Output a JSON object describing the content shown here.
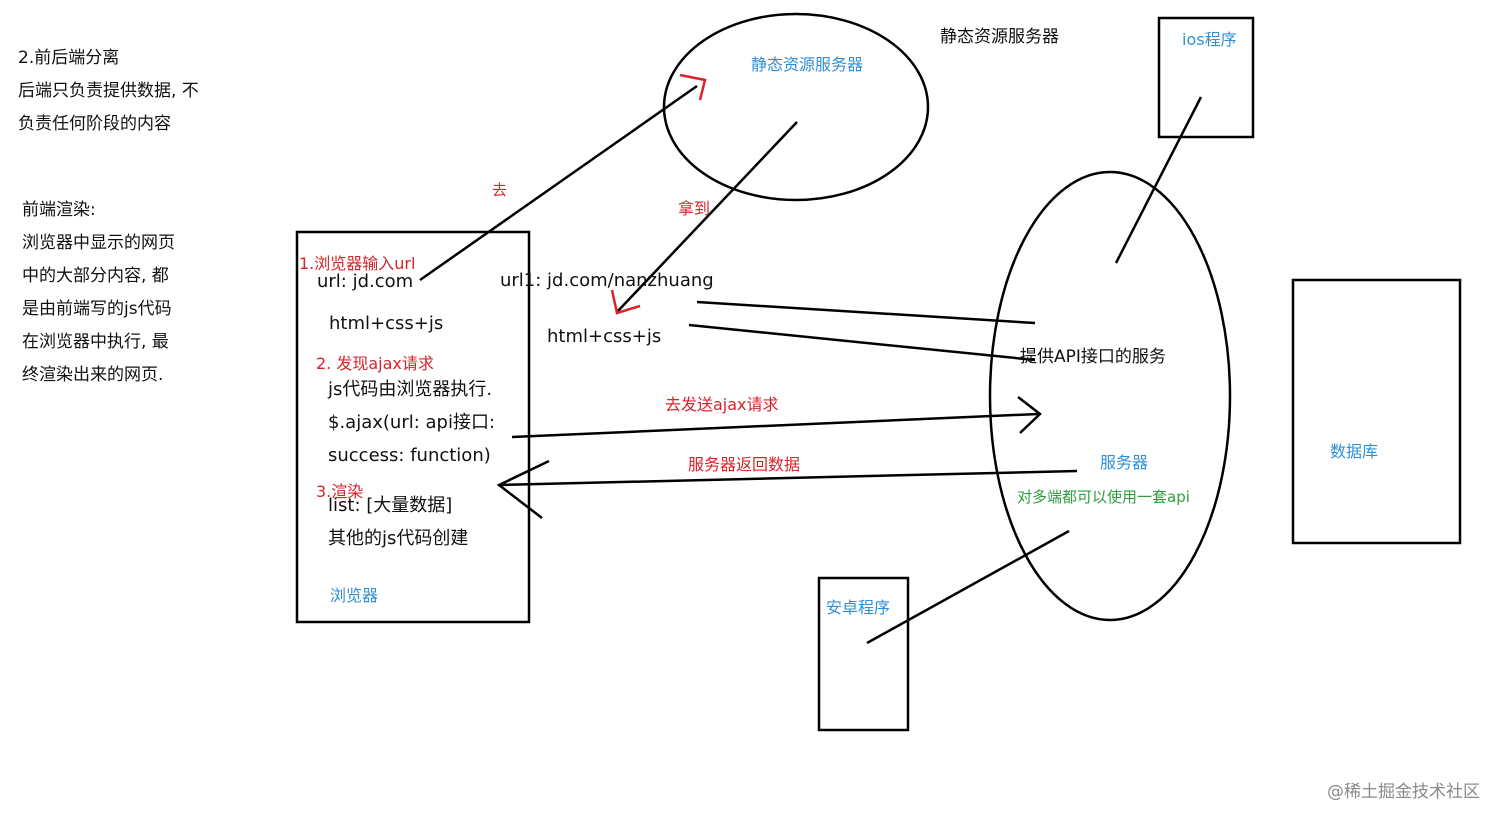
{
  "left_notes": {
    "separation_title": "2.前后端分离",
    "separation_line1": "后端只负责提供数据, 不",
    "separation_line2": "负责任何阶段的内容",
    "frontend_title": "前端渲染:",
    "frontend_line1": "浏览器中显示的网页",
    "frontend_line2": "中的大部分内容, 都",
    "frontend_line3": "是由前端写的js代码",
    "frontend_line4": "在浏览器中执行, 最",
    "frontend_line5": "终渲染出来的网页."
  },
  "browser": {
    "label": "浏览器",
    "step1": "1.浏览器输入url",
    "url": "url: jd.com",
    "html": "html+css+js",
    "step2": "2. 发现ajax请求",
    "exec": "js代码由浏览器执行.",
    "ajax": "$.ajax(url: api接口:",
    "success": "success: function)",
    "step3": "3.渲染",
    "list": "list: [大量数据]",
    "other": "其他的js代码创建"
  },
  "static_server": {
    "inner_label": "静态资源服务器",
    "outer_label": "静态资源服务器"
  },
  "arrows": {
    "go": "去",
    "get": "拿到",
    "send_ajax": "去发送ajax请求",
    "server_return": "服务器返回数据"
  },
  "middle": {
    "url1": "url1: jd.com/nanzhuang",
    "html": "html+css+js"
  },
  "api_server": {
    "service": "提供API接口的服务",
    "label": "服务器",
    "note": "对多端都可以使用一套api"
  },
  "clients": {
    "ios": "ios程序",
    "android": "安卓程序"
  },
  "database": {
    "label": "数据库"
  },
  "watermark": "@稀土掘金技术社区",
  "colors": {
    "stroke": "#000000",
    "red": "#d8232a",
    "blue": "#2f8fd6",
    "green": "#2e9e3f"
  }
}
